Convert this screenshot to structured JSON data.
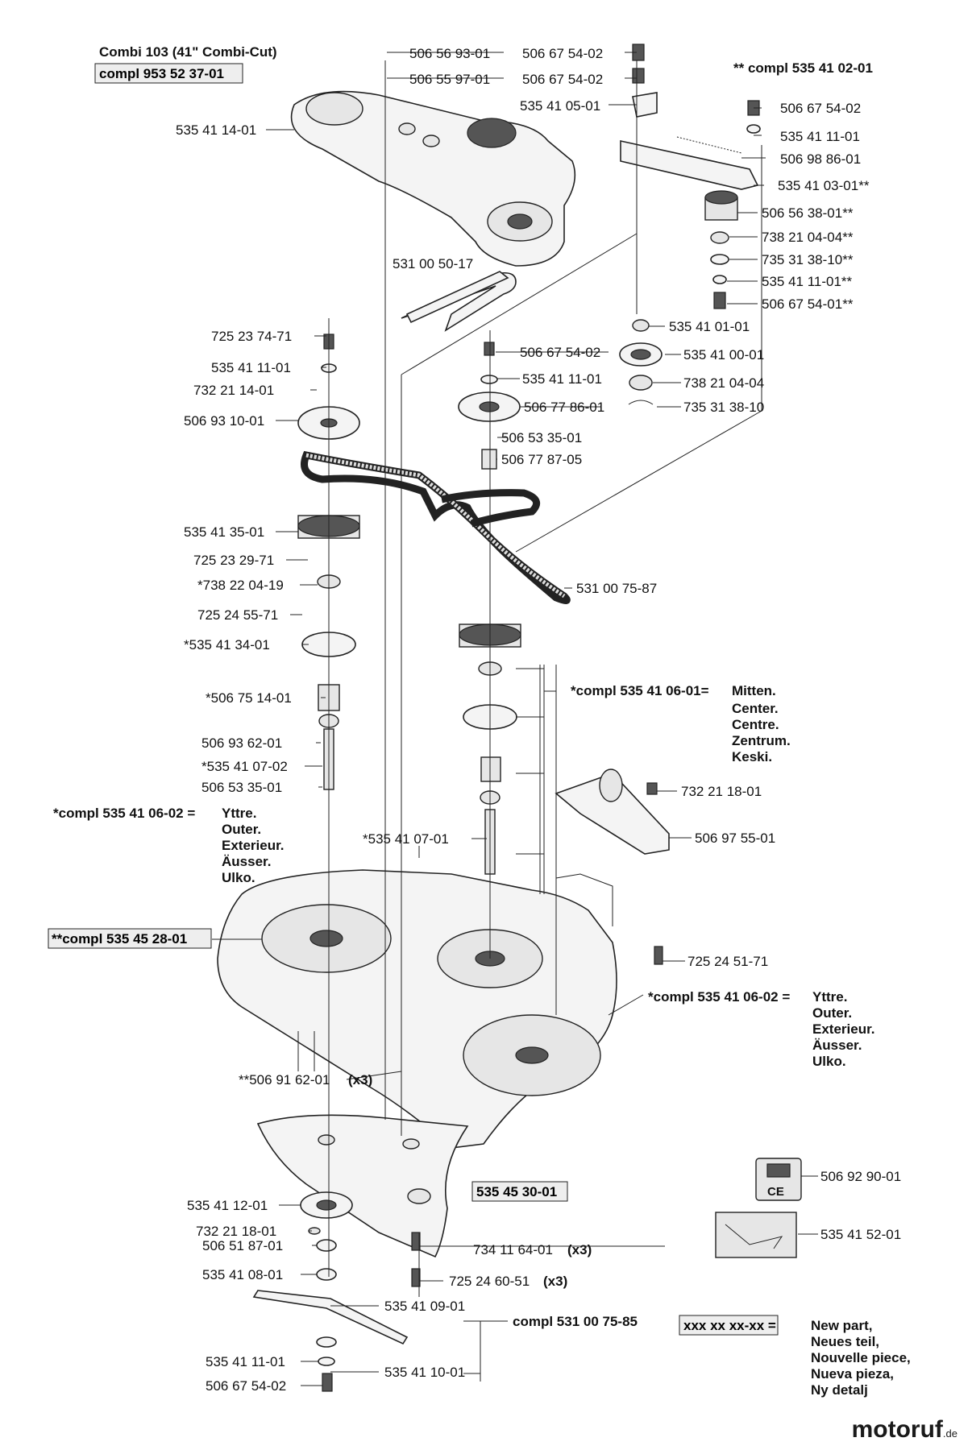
{
  "header": {
    "model": "Combi 103 (41\" Combi-Cut)",
    "compl_box": "compl 953 52 37-01",
    "top_right_compl": "** compl 535 41 02-01"
  },
  "labels": {
    "p1": "506 56 93-01",
    "p2": "506 55 97-01",
    "p3": "506 67 54-02",
    "p4": "506 67 54-02",
    "p5": "535 41 05-01",
    "p6": "535 41 14-01",
    "p7": "506 67 54-02",
    "p8": "535 41 11-01",
    "p9": "506 98 86-01",
    "p10": "535 41 03-01**",
    "p11": "506 56 38-01**",
    "p12": "738 21 04-04**",
    "p13": "735 31 38-10**",
    "p14": "535 41 11-01**",
    "p15": "506 67 54-01**",
    "p16": "531 00 50-17",
    "p17": "535 41 01-01",
    "p18": "725 23 74-71",
    "p19": "506 67 54-02",
    "p20": "535 41 00-01",
    "p21": "535 41 11-01",
    "p22": "535 41 11-01",
    "p23": "738 21 04-04",
    "p24": "732 21 14-01",
    "p25": "506 77 86-01",
    "p26": "735 31 38-10",
    "p27": "506 93 10-01",
    "p28": "506 53 35-01",
    "p29": "506 77 87-05",
    "p30": "535 41 35-01",
    "p31": "725 23 29-71",
    "p32": "*738 22 04-19",
    "p33": "531 00 75-87",
    "p34": "725 24 55-71",
    "p35": "*535 41 34-01",
    "p36": "*506 75 14-01",
    "p37": "506 93 62-01",
    "p38": "*535 41 07-02",
    "p39": "506 53 35-01",
    "p40": "732 21 18-01",
    "p41": "*535 41 07-01",
    "p42": "506 97 55-01",
    "p43": "725 24 51-71",
    "p44": "**506 91 62-01",
    "p45": "(x3)",
    "p46": "535 41 12-01",
    "p47": "732 21 18-01",
    "p48": "506 51 87-01",
    "p49": "535 41 08-01",
    "p50": "734 11 64-01",
    "p51": "(x3)",
    "p52": "725 24 60-51",
    "p53": "(x3)",
    "p54": "535 41 09-01",
    "p55": "535 41 10-01",
    "p56": "535 41 11-01",
    "p57": "506 67 54-02",
    "p58": "506 92 90-01",
    "p59": "535 41 52-01",
    "p60": "compl 531 00 75-85"
  },
  "boxes": {
    "deck": "**compl 535 45 28-01",
    "blade_carrier": "535 45 30-01",
    "legend_code": "xxx xx xx-xx  ="
  },
  "center_compl": {
    "label": "*compl 535 41 06-01=",
    "lines": [
      "Mitten.",
      "Center.",
      "Centre.",
      "Zentrum.",
      "Keski."
    ]
  },
  "outer_compl_left": {
    "label": "*compl 535 41 06-02 =",
    "lines": [
      "Yttre.",
      "Outer.",
      "Exterieur.",
      "Äusser.",
      "Ulko."
    ]
  },
  "outer_compl_right": {
    "label": "*compl 535 41 06-02 =",
    "lines": [
      "Yttre.",
      "Outer.",
      "Exterieur.",
      "Äusser.",
      "Ulko."
    ]
  },
  "legend": {
    "lines": [
      "New part,",
      "Neues teil,",
      "Nouvelle piece,",
      "Nueva pieza,",
      "Ny detalj"
    ]
  },
  "watermark": {
    "name": "motoruf",
    "suffix": ".de"
  }
}
